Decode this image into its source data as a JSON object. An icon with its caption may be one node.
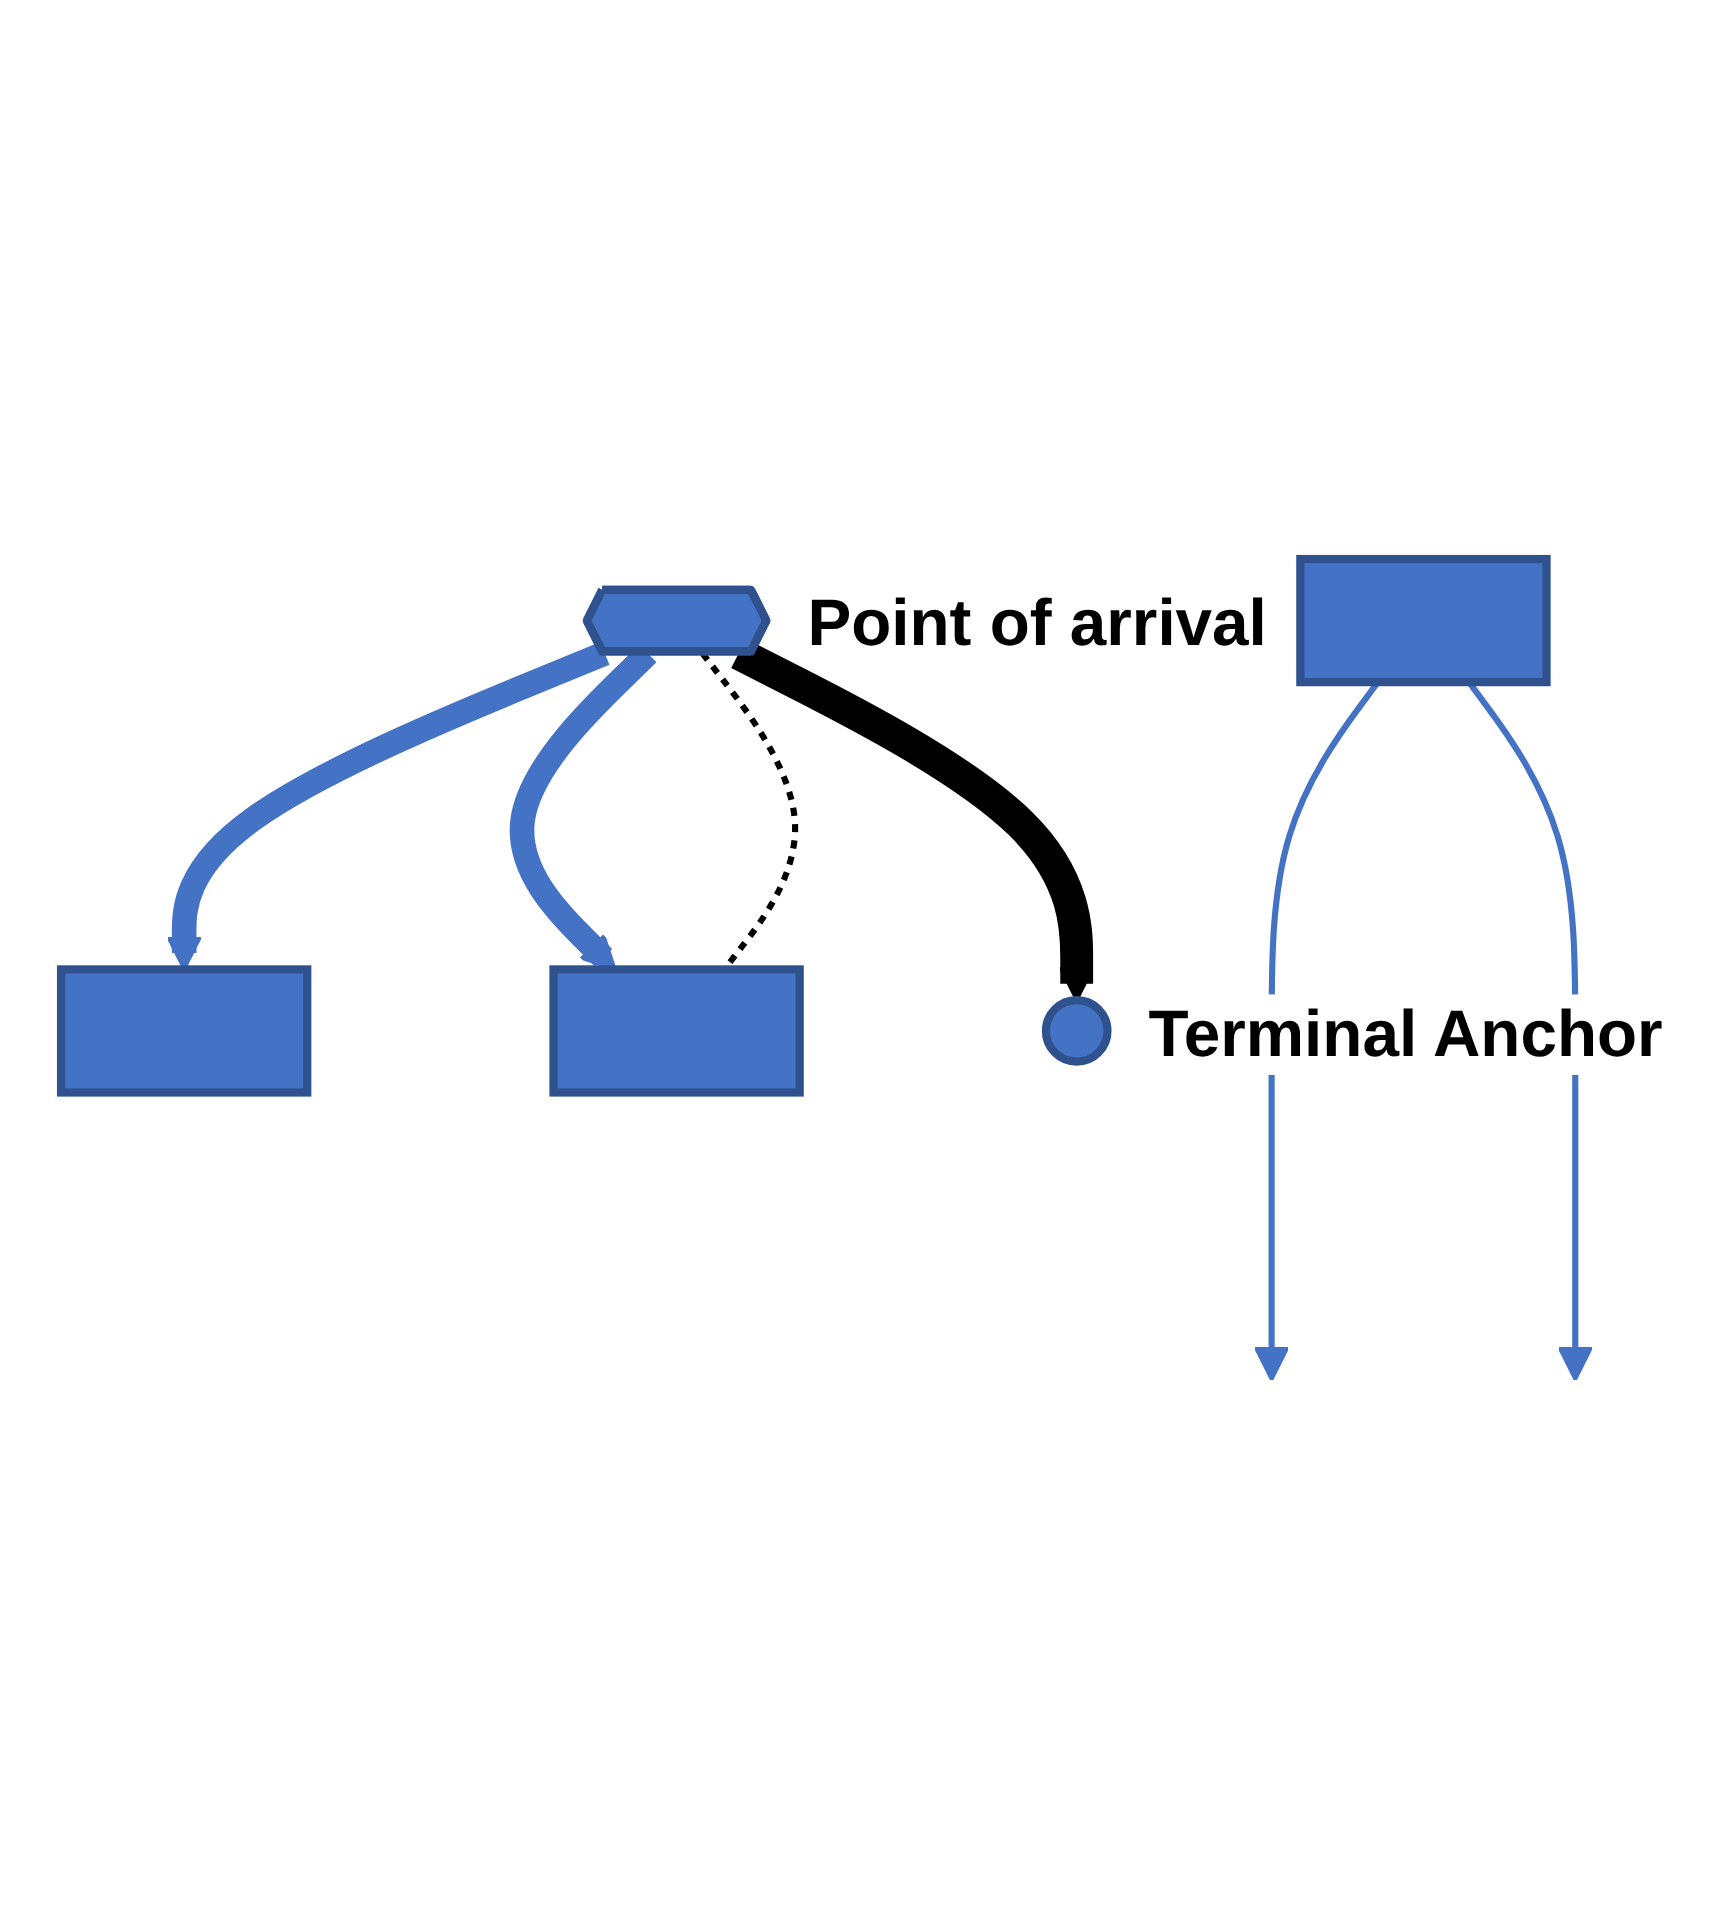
{
  "diagram": {
    "nodes": [
      {
        "text": [],
        "shape": "star",
        "beside": [
          "Point of arrival"
        ]
      },
      {
        "text": [],
        "shape": "cross"
      },
      {
        "text": [],
        "shape": "cross"
      },
      {
        "text": [],
        "shape": "box"
      },
      {
        "text": [],
        "shape": "sun",
        "beside": [
          "Terminal Anchor"
        ]
      }
    ],
    "edges": [
      {
        "from": 0,
        "to": 1,
        "arrow": "to",
        "style": "thick"
      },
      {
        "from": 0,
        "to": 2,
        "arrow": "to",
        "style": "thick"
      },
      {
        "from": 0,
        "to": 4,
        "arrow": "to",
        "style": "thick",
        "color": "#000000"
      },
      {
        "from": 3,
        "to": null,
        "arrow": "to"
      },
      {
        "from": 3,
        "to": null,
        "arrow": "to"
      },
      {
        "from": 0,
        "to": 2,
        "arrow": "none",
        "style": "dashed",
        "color": "#000000"
      }
    ]
  }
}
